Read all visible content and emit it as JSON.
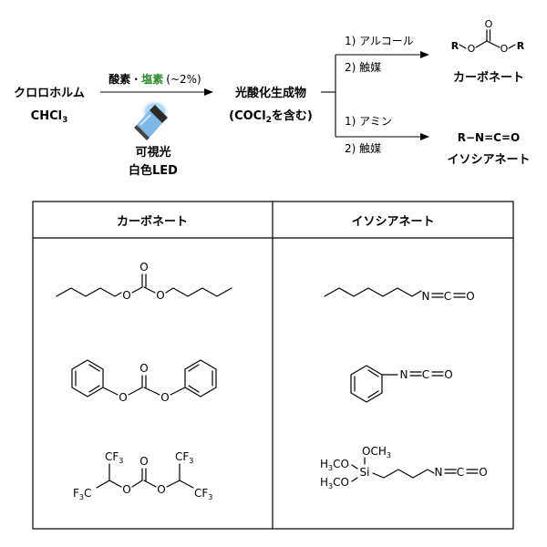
{
  "scheme": {
    "start_name": "クロロホルム",
    "start_formula": "CHCl",
    "start_formula_sub": "3",
    "reagent_oxygen": "酸素",
    "reagent_sep": "・",
    "reagent_chlorine": "塩素",
    "reagent_pct": "(~2%)",
    "light_label": "可視光",
    "led_label": "白色LED",
    "intermediate_name": "光酸化生成物",
    "intermediate_formula_pre": "(COCl",
    "intermediate_formula_sub": "2",
    "intermediate_formula_post": "を含む)",
    "step_alcohol": "1) アルコール",
    "step_catalyst_top": "2) 触媒",
    "step_amine": "1) アミン",
    "step_catalyst_bottom": "2) 触媒",
    "product_carbonate": "カーボネート",
    "product_isocyanate": "イソシアネート"
  },
  "atoms": {
    "O": "O",
    "R": "R",
    "N": "N",
    "C": "C",
    "Si": "Si",
    "isocyanate_R_formula": "R−N=C=O",
    "cf3": "CF",
    "f3c": "F",
    "sub3": "3",
    "h3co": "H",
    "och3": "OCH"
  },
  "table": {
    "headers": [
      "カーボネート",
      "イソシアネート"
    ]
  },
  "colors": {
    "oxygen_label": "#000000",
    "chlorine_label": "#2e8b2e",
    "visible_light": "#e8000b",
    "lamp_glow": "#8fc6ee"
  }
}
